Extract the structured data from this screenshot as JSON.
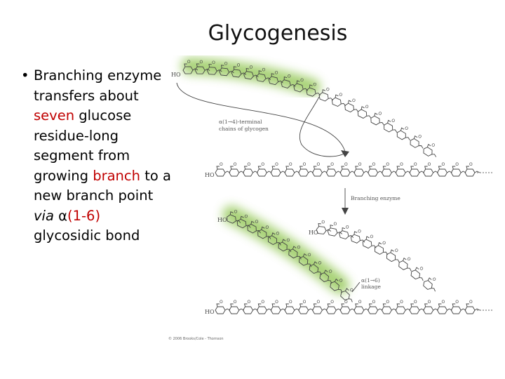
{
  "slide": {
    "title": "Glycogenesis"
  },
  "bullet": {
    "marker": "•",
    "parts": [
      {
        "text": "Branching enzyme transfers about ",
        "style": "normal"
      },
      {
        "text": "seven",
        "style": "red"
      },
      {
        "text": " glucose residue-long segment from growing ",
        "style": "normal"
      },
      {
        "text": "branch",
        "style": "red"
      },
      {
        "text": " to a new branch point ",
        "style": "normal"
      },
      {
        "text": "via",
        "style": "italic"
      },
      {
        "text": " α",
        "style": "normal"
      },
      {
        "text": "(1-6)",
        "style": "red"
      },
      {
        "text": " glycosidic bond",
        "style": "normal"
      }
    ]
  },
  "diagram": {
    "label_terminal_line1": "α(1→4)-terminal",
    "label_terminal_line2": "chains of glycogen",
    "label_enzyme": "Branching enzyme",
    "label_linkage_line1": "α(1→6)",
    "label_linkage_line2": "linkage",
    "ho_label": "HO",
    "copyright": "© 2006 Brooks/Cole - Thomson",
    "colors": {
      "highlight": "#8bc34a",
      "structure": "#444444",
      "accent_red": "#c00000"
    }
  }
}
